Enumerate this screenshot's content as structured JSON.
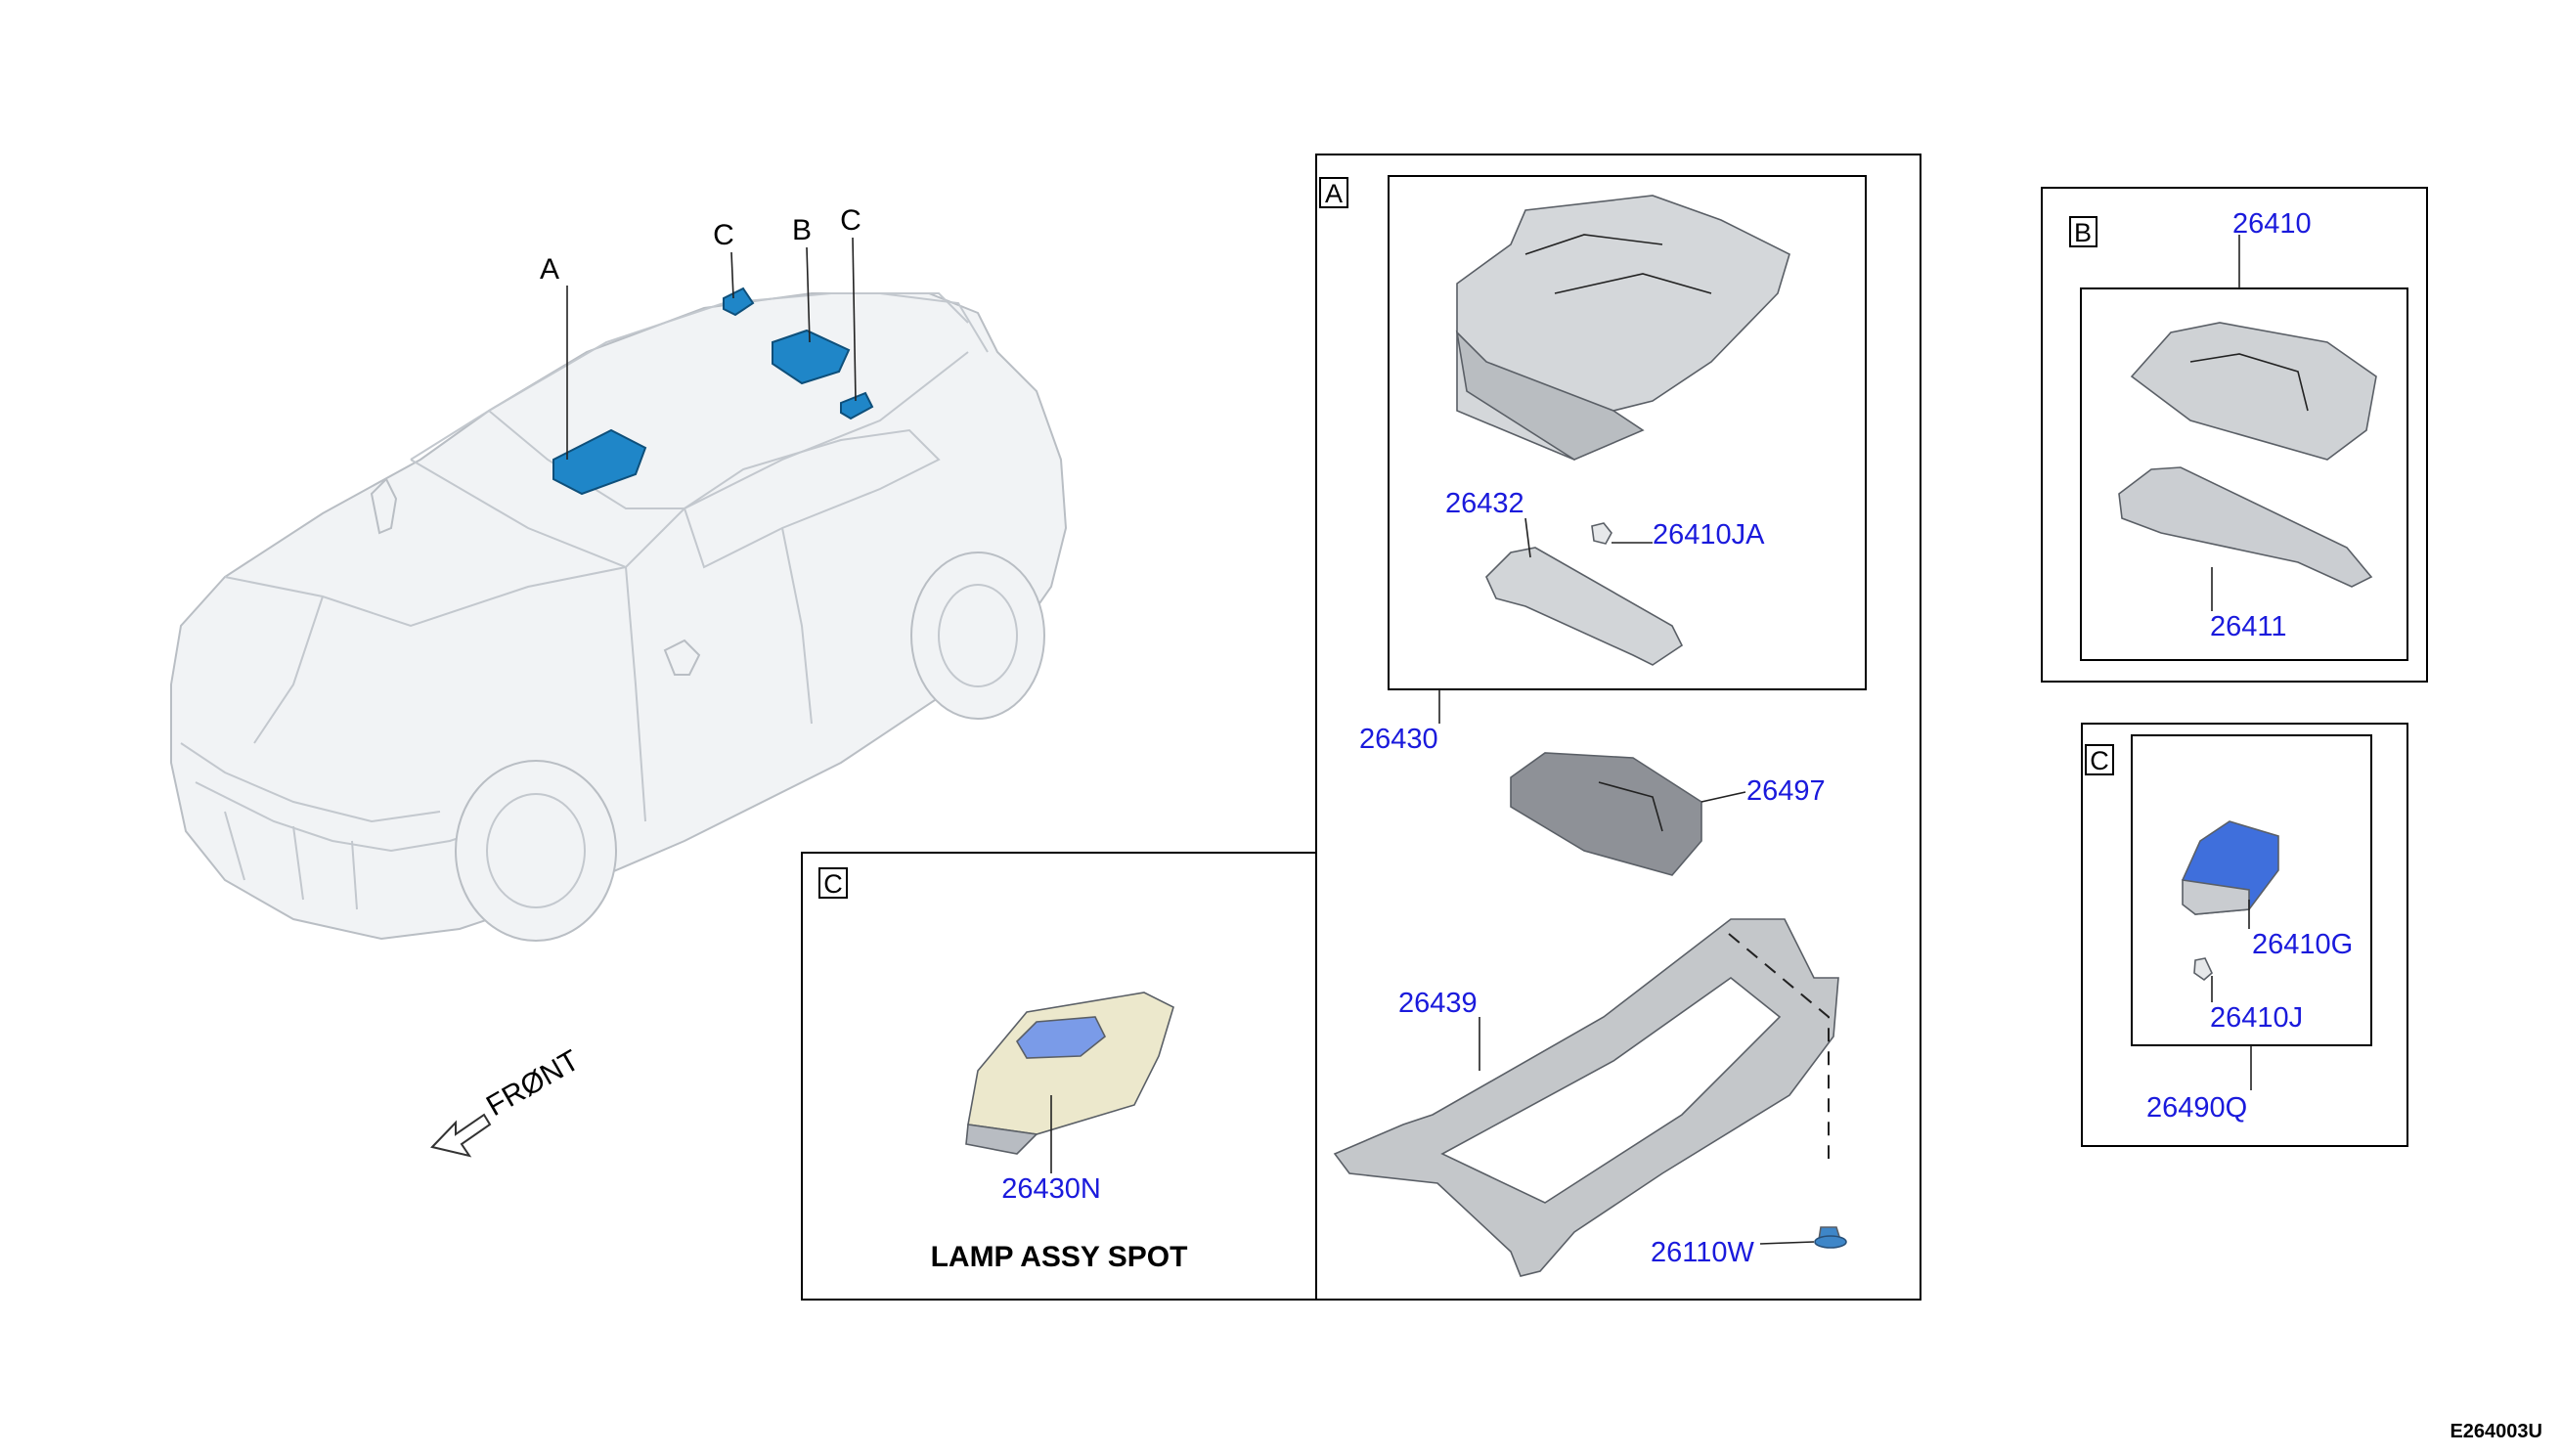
{
  "overview": {
    "markers": [
      "A",
      "C",
      "B",
      "C"
    ],
    "front_label": "FRØNT"
  },
  "panel_a": {
    "letter": "A",
    "parts": [
      "26432",
      "26410JA",
      "26430",
      "26497",
      "26439",
      "26110W"
    ]
  },
  "panel_b": {
    "letter": "B",
    "parts": [
      "26410",
      "26411"
    ]
  },
  "panel_c_right": {
    "letter": "C",
    "parts": [
      "26410G",
      "26410J",
      "26490Q"
    ]
  },
  "panel_c_bottom": {
    "letter": "C",
    "parts": [
      "26430N"
    ],
    "caption": "LAMP ASSY SPOT"
  },
  "footer": {
    "code": "E264003U"
  },
  "colors": {
    "part_number": "#1a1adc",
    "highlight": "#1f86c8",
    "lens_blue": "#3f6fdc",
    "spot_lamp": "#ece8cc"
  }
}
